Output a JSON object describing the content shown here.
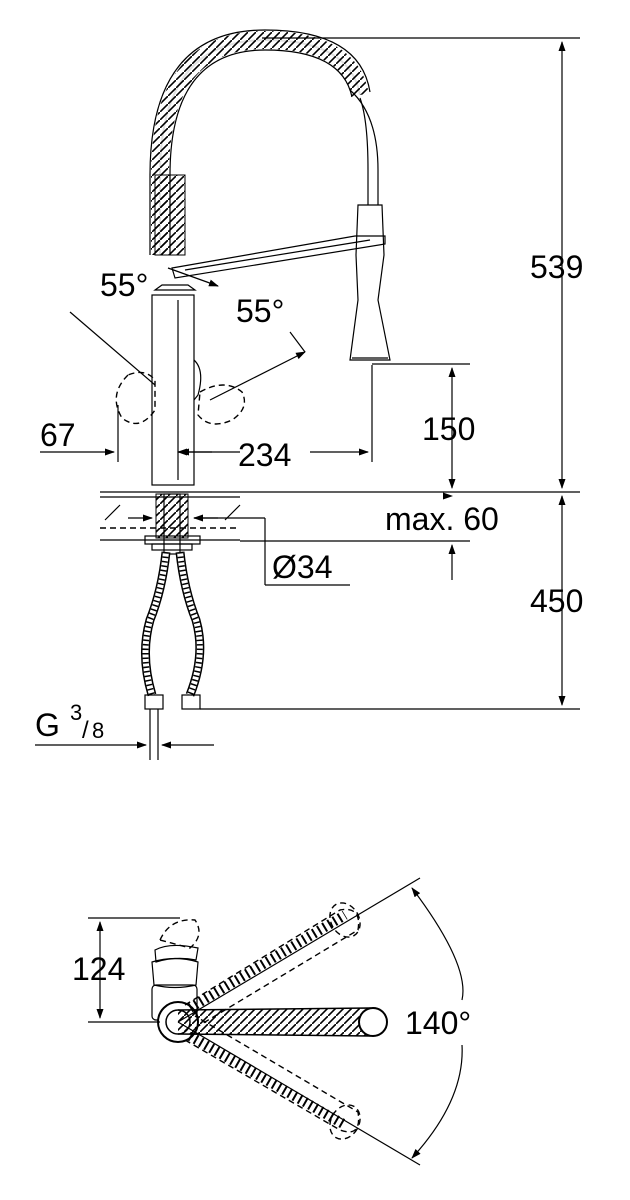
{
  "dimensions": {
    "height_total": "539",
    "spout_clearance": "150",
    "reach": "234",
    "handle_offset": "67",
    "max_deck": "max. 60",
    "hole_diameter": "Ø34",
    "hose_length": "450",
    "thread_main": "G",
    "thread_num": "3",
    "thread_den": "8",
    "swivel_depth": "124",
    "swivel_angle": "140°",
    "angle_left": "55°",
    "angle_right": "55°"
  },
  "colors": {
    "line": "#000000",
    "fill": "#ffffff"
  }
}
